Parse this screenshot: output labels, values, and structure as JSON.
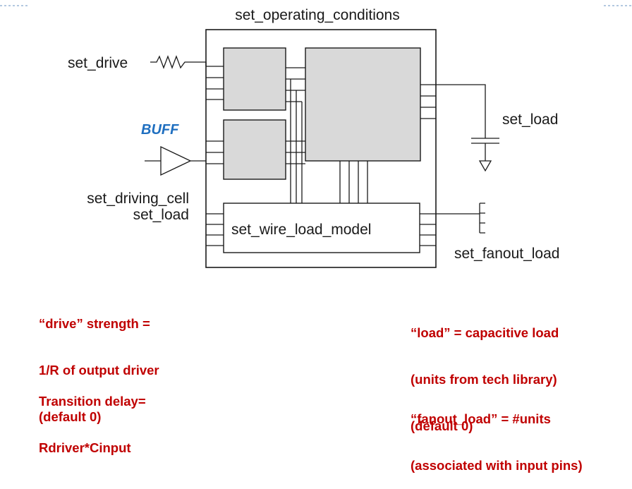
{
  "colors": {
    "note_red": "#c00000",
    "buff_blue": "#1f6fc0",
    "block_fill": "#d9d9d9",
    "line": "#1a1a1a",
    "frame_dash": "#9ab6d6"
  },
  "diagram": {
    "top_label": "set_operating_conditions",
    "set_drive": "set_drive",
    "buff": "BUFF",
    "set_driving_cell": "set_driving_cell",
    "set_load_left": "set_load",
    "wire_load_model": "set_wire_load_model",
    "set_load_right": "set_load",
    "set_fanout_load": "set_fanout_load"
  },
  "notes": {
    "drive_l1": "“drive” strength =",
    "drive_l2": "1/R of output driver",
    "drive_l3": "(default 0)",
    "transition_l1": "Transition delay=",
    "transition_l2": "Rdriver*Cinput",
    "load_l1": "“load” = capacitive load",
    "load_l2": "(units from tech library)",
    "load_l3": "(default 0)",
    "fanout_l1": "“fanout_load” = #units",
    "fanout_l2": "(associated with input pins)"
  }
}
